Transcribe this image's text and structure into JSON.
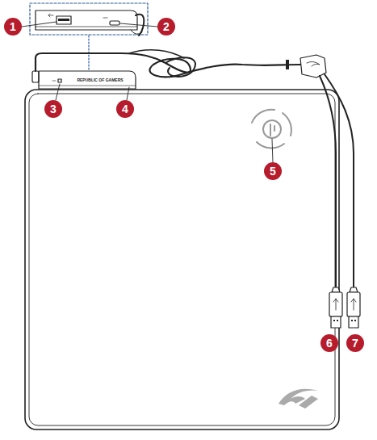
{
  "diagram": {
    "labels": [
      "1",
      "2",
      "3",
      "4",
      "5",
      "6",
      "7",
      "REPUBLIC OF GAMERS"
    ]
  }
}
